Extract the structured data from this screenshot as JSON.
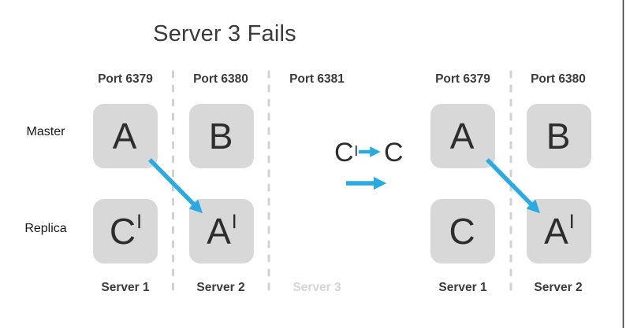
{
  "title": "Server 3 Fails",
  "colors": {
    "accent_blue": "#29abe2",
    "node_fill": "#d8d8d8",
    "divider_gray": "#d1d2d5",
    "muted_text": "#d3d4d9",
    "text_dark": "#3b3b3b"
  },
  "icons": {
    "failover_arrow": "→",
    "promote_arrow": "→",
    "transition_arrow": "→"
  },
  "row_labels": {
    "master": "Master",
    "replica": "Replica"
  },
  "left_cluster": {
    "ports": [
      "Port 6379",
      "Port 6380",
      "Port 6381"
    ],
    "servers": [
      "Server 1",
      "Server 2",
      "Server 3"
    ],
    "nodes": {
      "master_a": {
        "label": "A",
        "prime": ""
      },
      "master_b": {
        "label": "B",
        "prime": ""
      },
      "replica_c": {
        "label": "C",
        "prime": "|"
      },
      "replica_a": {
        "label": "A",
        "prime": "|"
      }
    }
  },
  "transition": {
    "from": {
      "label": "C",
      "prime": "|"
    },
    "to": {
      "label": "C",
      "prime": ""
    }
  },
  "right_cluster": {
    "ports": [
      "Port 6379",
      "Port 6380"
    ],
    "servers": [
      "Server 1",
      "Server 2"
    ],
    "nodes": {
      "master_a": {
        "label": "A",
        "prime": ""
      },
      "master_b": {
        "label": "B",
        "prime": ""
      },
      "replica_c": {
        "label": "C",
        "prime": ""
      },
      "replica_a": {
        "label": "A",
        "prime": "|"
      }
    }
  }
}
